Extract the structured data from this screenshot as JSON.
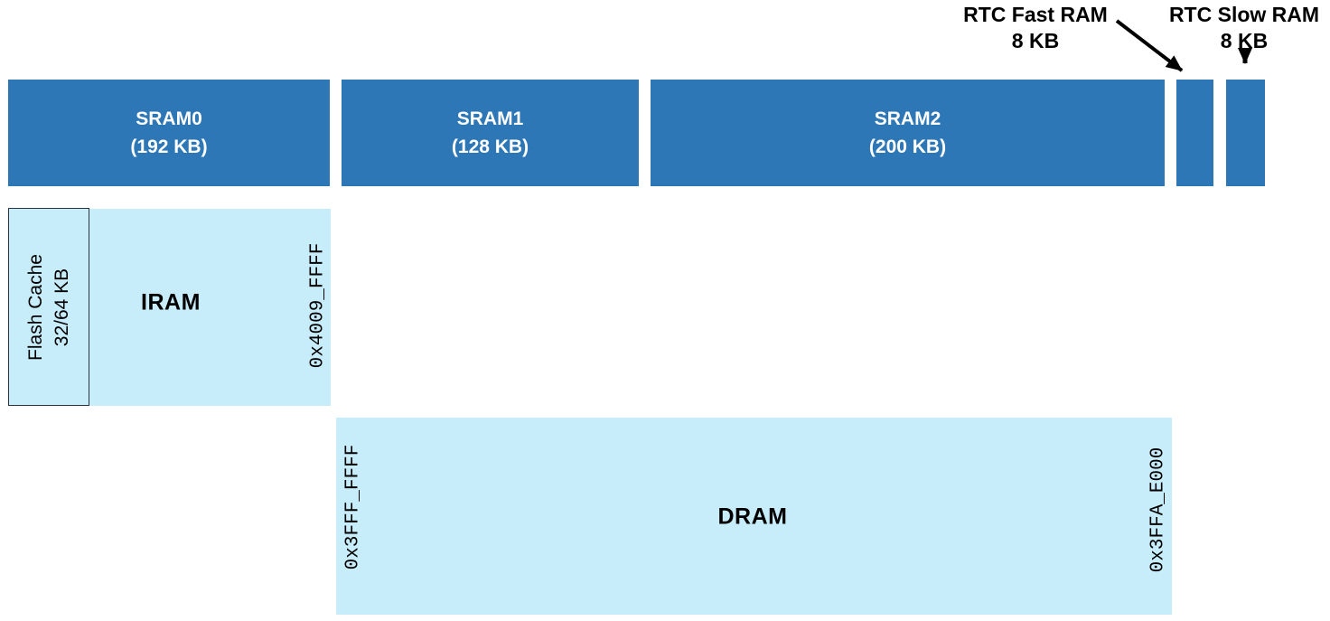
{
  "colors": {
    "dark_blue": "#2E77B6",
    "light_blue": "#C7ECFA",
    "label_on_dark": "#FFFFFF",
    "label_on_light": "#000000",
    "arrow": "#000000"
  },
  "callouts": {
    "rtc_fast": {
      "title": "RTC Fast RAM",
      "size": "8 KB"
    },
    "rtc_slow": {
      "title": "RTC Slow RAM",
      "size": "8 KB"
    }
  },
  "sram_row": [
    {
      "name": "SRAM0",
      "size": "(192 KB)"
    },
    {
      "name": "SRAM1",
      "size": "(128 KB)"
    },
    {
      "name": "SRAM2",
      "size": "(200 KB)"
    }
  ],
  "flash_cache": {
    "line1": "Flash Cache",
    "line2": "32/64 KB"
  },
  "iram": {
    "label": "IRAM",
    "end_address": "0x4009_FFFF"
  },
  "dram": {
    "label": "DRAM",
    "start_address": "0x3FFF_FFFF",
    "end_address": "0x3FFA_E000"
  }
}
